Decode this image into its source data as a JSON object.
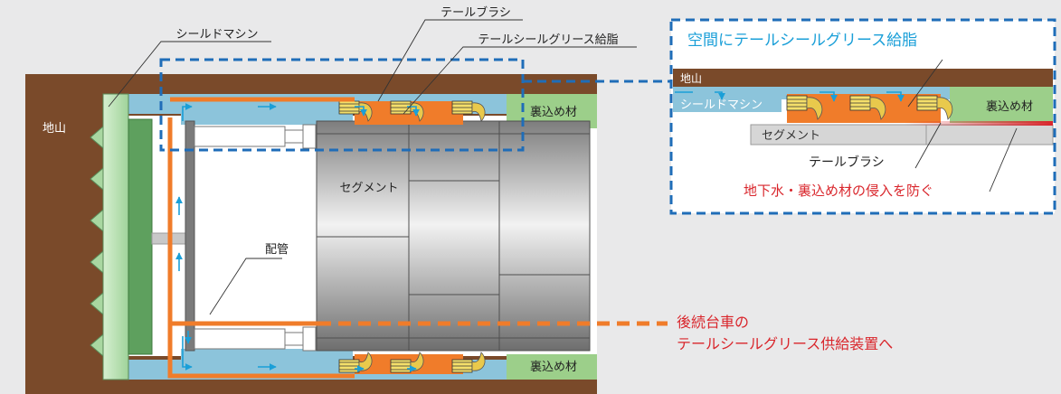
{
  "main_diagram": {
    "label_ground": "地山",
    "label_shield_machine": "シールドマシン",
    "label_tail_brush": "テールブラシ",
    "label_tail_seal_grease": "テールシールグリース給脂",
    "label_segment": "セグメント",
    "label_pipe": "配管",
    "label_backfill_top": "裏込め材",
    "label_backfill_bottom": "裏込め材"
  },
  "supply_note": {
    "line1": "後続台車の",
    "line2": "テールシールグリース供給装置へ"
  },
  "detail": {
    "title": "空間にテールシールグリース給脂",
    "label_ground": "地山",
    "label_shield_machine": "シールドマシン",
    "label_backfill": "裏込め材",
    "label_segment": "セグメント",
    "label_tail_brush": "テールブラシ",
    "label_prevent": "地下水・裏込め材の侵入を防ぐ"
  },
  "colors": {
    "ground": "#7a4a2a",
    "grease": "#f07c2a",
    "pipe_line": "#f07c2a",
    "accent_blue": "#1a9fd8",
    "dashed_box": "#1f6db8",
    "warning_red": "#d9262c",
    "shield_green": "#a9d7a1",
    "backfill_green": "#9ccf8a",
    "shield_blue": "#8cc4db"
  }
}
